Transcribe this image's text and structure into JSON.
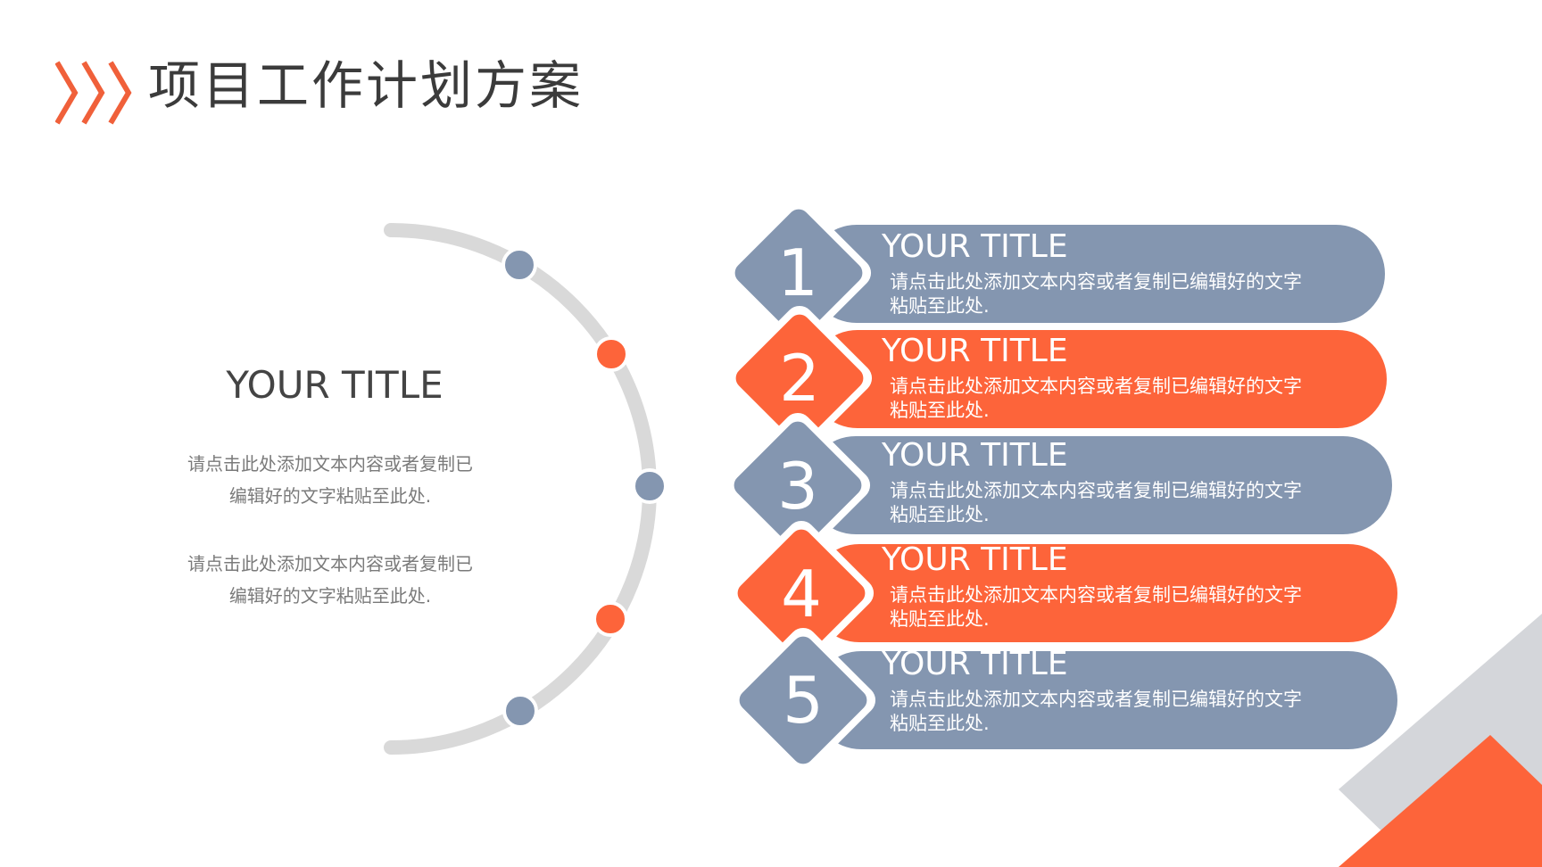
{
  "header": {
    "title": "项目工作计划方案",
    "chevron_color": "#f0603a"
  },
  "left": {
    "title": "YOUR TITLE",
    "paragraphs": [
      [
        "请点击此处添加文本内容或者复制已",
        "编辑好的文字粘贴至此处."
      ],
      [
        "请点击此处添加文本内容或者复制已",
        "编辑好的文字粘贴至此处."
      ]
    ]
  },
  "items": [
    {
      "number": "1",
      "title": "YOUR TITLE",
      "text_line1": "请点击此处添加文本内容或者复制已编辑好的文字",
      "text_line2": "粘贴至此处.",
      "color": "#8496b0"
    },
    {
      "number": "2",
      "title": "YOUR TITLE",
      "text_line1": "请点击此处添加文本内容或者复制已编辑好的文字",
      "text_line2": "粘贴至此处.",
      "color": "#fd643a"
    },
    {
      "number": "3",
      "title": "YOUR TITLE",
      "text_line1": "请点击此处添加文本内容或者复制已编辑好的文字",
      "text_line2": "粘贴至此处.",
      "color": "#8496b0"
    },
    {
      "number": "4",
      "title": "YOUR TITLE",
      "text_line1": "请点击此处添加文本内容或者复制已编辑好的文字",
      "text_line2": "粘贴至此处.",
      "color": "#fd643a"
    },
    {
      "number": "5",
      "title": "YOUR TITLE",
      "text_line1": "请点击此处添加文本内容或者复制已编辑好的文字",
      "text_line2": "粘贴至此处.",
      "color": "#8496b0"
    }
  ],
  "colors": {
    "accent_orange": "#fd643a",
    "slate_blue": "#8496b0",
    "arc_gray": "#d9d9d9",
    "corner_gray": "#d4d6da"
  }
}
